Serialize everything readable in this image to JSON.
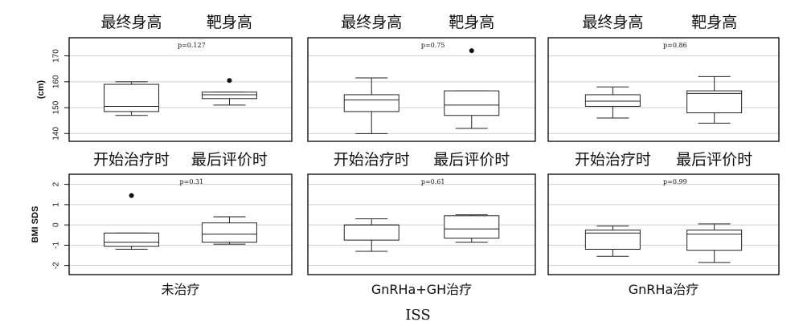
{
  "chart_data": {
    "type": "boxplot",
    "main_xlabel": "ISS",
    "rows": [
      {
        "ylabel": "(cm)",
        "yticks": [
          140,
          150,
          160,
          170
        ],
        "ylim": [
          137,
          177
        ],
        "categories": [
          "最终身高",
          "靶身高"
        ],
        "panels": [
          {
            "p": "p=0.127",
            "boxes": [
              {
                "whislo": 147,
                "q1": 148.5,
                "med": 150.5,
                "q3": 159,
                "whishi": 160,
                "fliers": []
              },
              {
                "whislo": 151,
                "q1": 153.5,
                "med": 155,
                "q3": 156,
                "whishi": 156,
                "fliers": [
                  160.5
                ]
              }
            ]
          },
          {
            "p": "p=0.75",
            "boxes": [
              {
                "whislo": 140,
                "q1": 148.5,
                "med": 153,
                "q3": 155,
                "whishi": 161.5,
                "fliers": []
              },
              {
                "whislo": 142,
                "q1": 147,
                "med": 151,
                "q3": 156.5,
                "whishi": 156.5,
                "fliers": [
                  172
                ]
              }
            ]
          },
          {
            "p": "p=0.86",
            "boxes": [
              {
                "whislo": 146,
                "q1": 150.5,
                "med": 152.5,
                "q3": 155,
                "whishi": 158,
                "fliers": []
              },
              {
                "whislo": 144,
                "q1": 148,
                "med": 155.5,
                "q3": 156.5,
                "whishi": 162,
                "fliers": []
              }
            ]
          }
        ]
      },
      {
        "ylabel": "BMI SDS",
        "yticks": [
          -2,
          -1,
          0,
          1,
          2
        ],
        "ylim": [
          -2.45,
          2.5
        ],
        "categories": [
          "开始治疗时",
          "最后评价时"
        ],
        "panels": [
          {
            "p": "p=0.31",
            "boxes": [
              {
                "whislo": -1.2,
                "q1": -1.05,
                "med": -0.85,
                "q3": -0.4,
                "whishi": -0.4,
                "fliers": [
                  1.45
                ]
              },
              {
                "whislo": -0.95,
                "q1": -0.85,
                "med": -0.45,
                "q3": 0.1,
                "whishi": 0.4,
                "fliers": []
              }
            ]
          },
          {
            "p": "p=0.61",
            "boxes": [
              {
                "whislo": -1.3,
                "q1": -0.75,
                "med": 0.0,
                "q3": 0.0,
                "whishi": 0.3,
                "fliers": []
              },
              {
                "whislo": -0.85,
                "q1": -0.65,
                "med": -0.2,
                "q3": 0.45,
                "whishi": 0.5,
                "fliers": []
              }
            ]
          },
          {
            "p": "p=0.99",
            "boxes": [
              {
                "whislo": -1.55,
                "q1": -1.2,
                "med": -0.4,
                "q3": -0.25,
                "whishi": -0.05,
                "fliers": []
              },
              {
                "whislo": -1.85,
                "q1": -1.25,
                "med": -0.45,
                "q3": -0.25,
                "whishi": 0.05,
                "fliers": []
              }
            ]
          }
        ]
      }
    ],
    "groups": [
      "未治疗",
      "GnRHa+GH治疗",
      "GnRHa治疗"
    ]
  }
}
